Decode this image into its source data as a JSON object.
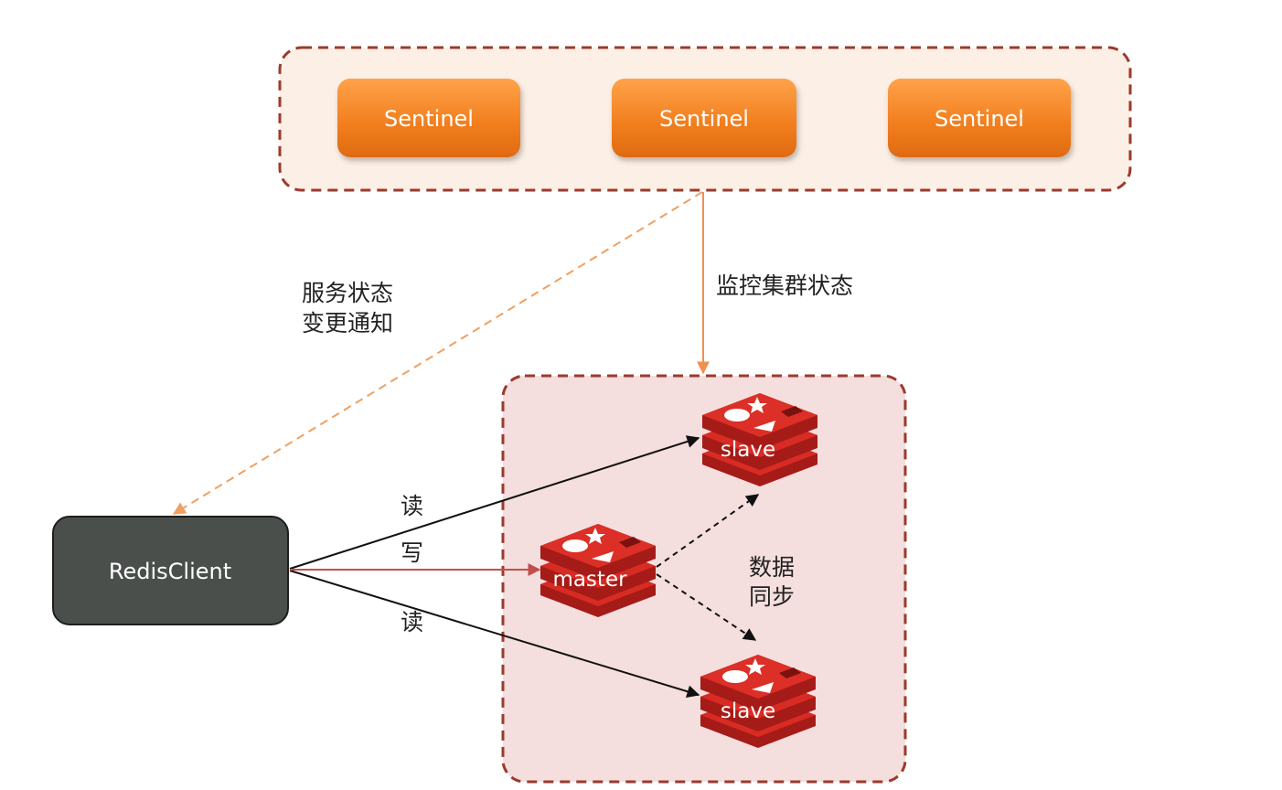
{
  "sentinels": [
    "Sentinel",
    "Sentinel",
    "Sentinel"
  ],
  "client": {
    "label": "RedisClient"
  },
  "nodes": {
    "master": "master",
    "slave_top": "slave",
    "slave_bottom": "slave"
  },
  "labels": {
    "notify_line1": "服务状态",
    "notify_line2": "变更通知",
    "monitor": "监控集群状态",
    "read_top": "读",
    "write": "写",
    "read_bottom": "读",
    "sync_line1": "数据",
    "sync_line2": "同步"
  },
  "colors": {
    "sentinel_orange": "#f0801f",
    "sentinel_group_fill": "#fcefe6",
    "cluster_fill": "#f5dede",
    "group_border": "#9c3a2c",
    "client_fill": "#4a4f4c",
    "redis_red": "#c81f1a",
    "notify_arrow": "#f0a060",
    "write_arrow": "#c0504d"
  }
}
